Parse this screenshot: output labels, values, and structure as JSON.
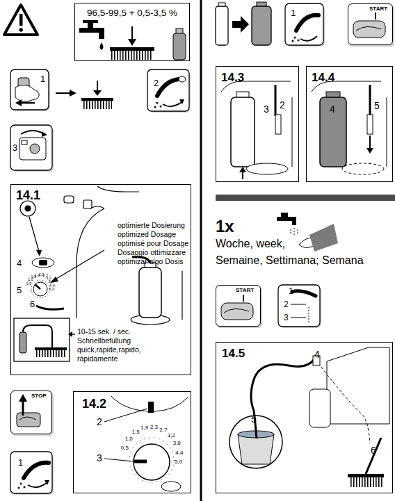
{
  "diagram": {
    "nodes": [
      {
        "text": [
          "96,5-99,5 + 0,5-3,5 %"
        ]
      },
      {
        "text": [
          "14.1",
          "optimierte Dosierung",
          "optimized Dosage",
          "optimisé pour Dosage",
          "Dosaggio ottimizzare",
          "optimizar algo Dosis",
          "10-15 sek. / sec.",
          "Schnellbefüllung",
          "quick,rapide,rapido,",
          "rápidamente"
        ]
      },
      {
        "text": [
          "STOP"
        ]
      },
      {
        "text": [
          "14.2"
        ]
      },
      {
        "text": [
          "START"
        ]
      },
      {
        "text": [
          "14.3"
        ]
      },
      {
        "text": [
          "14.4"
        ]
      },
      {
        "text": [
          "START"
        ]
      },
      {
        "text": [
          "14.5"
        ]
      }
    ],
    "labels": [
      "1",
      "2",
      "3",
      "4",
      "5",
      "6",
      "0,5",
      "1,0",
      "1,5",
      "1,9",
      "2,3",
      "2,7",
      "3,2",
      "3,8",
      "4,4",
      "5,0",
      "2",
      "3",
      "0,5",
      "1,0",
      "1,5",
      "1,9",
      "2,3",
      "2,7",
      "3,2",
      "3,8",
      "4,4",
      "5,0",
      "1",
      "1",
      "3",
      "2",
      "4",
      "5",
      "1x",
      "Woche, week,",
      "Semaine, Settimana; Semana",
      "1",
      "2",
      "3",
      "4",
      "5",
      "6"
    ]
  }
}
